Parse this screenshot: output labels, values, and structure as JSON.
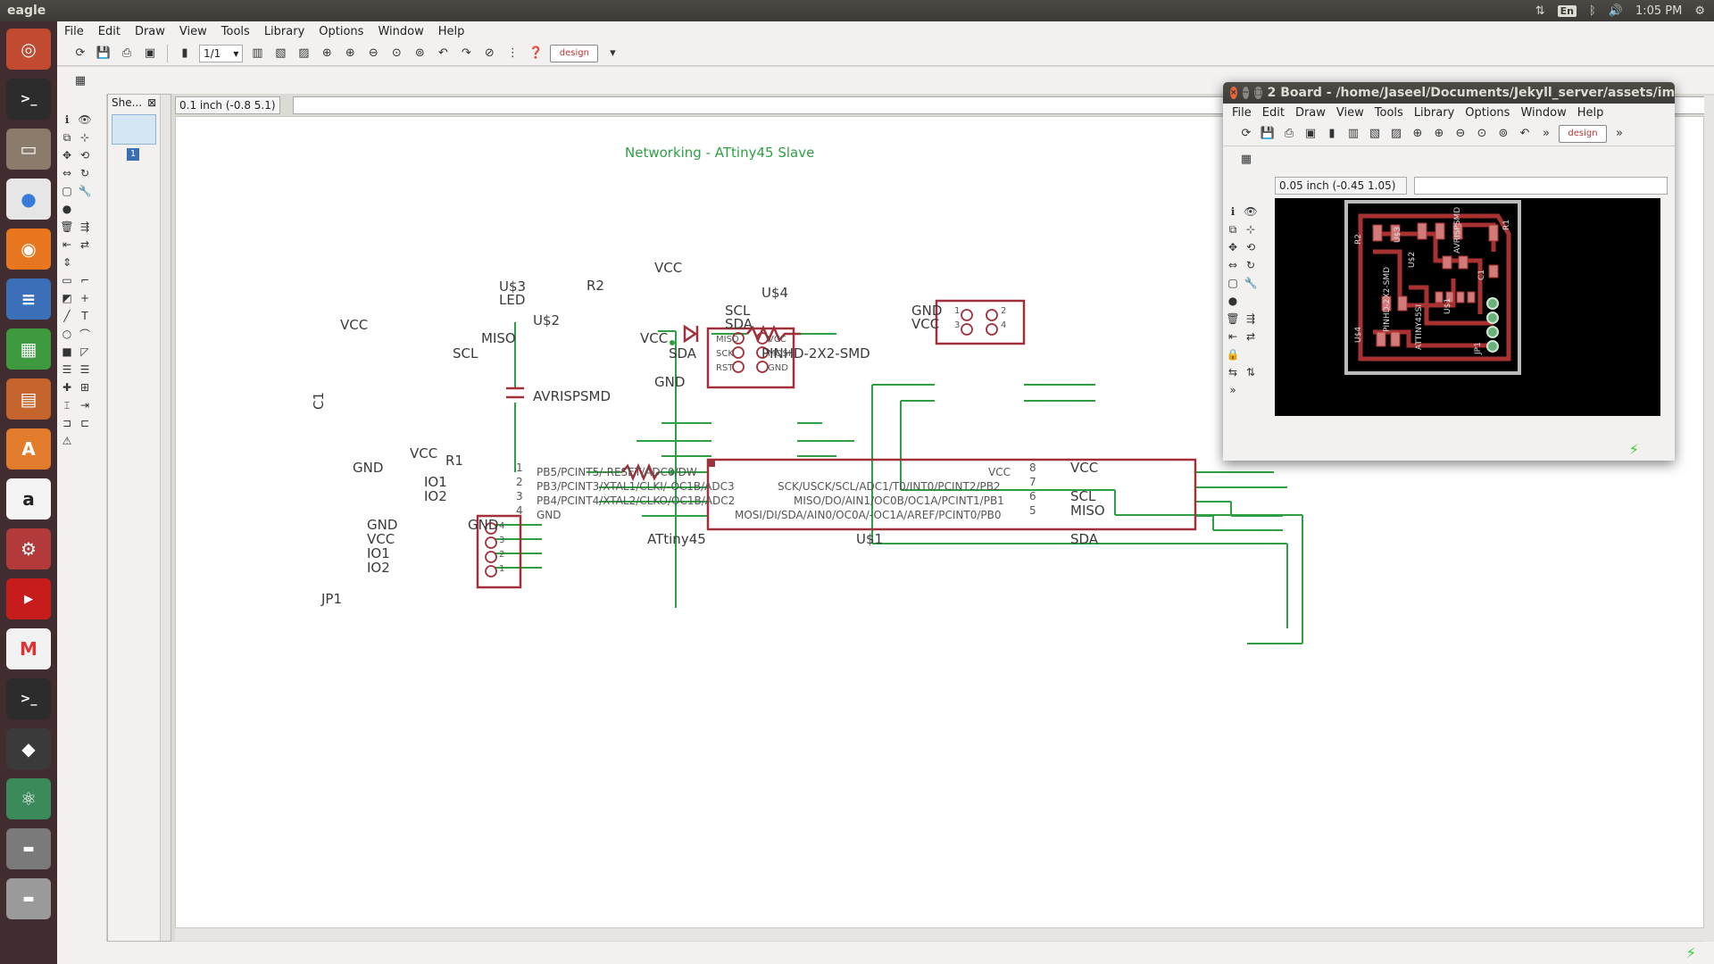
{
  "topbar": {
    "app_title": "eagle",
    "keyboard": "En",
    "clock": "1:05 PM",
    "icons": [
      "network-icon",
      "keyboard-icon",
      "bluetooth-icon",
      "volume-icon",
      "settings-icon"
    ]
  },
  "launcher": {
    "items": [
      "ubuntu-dash",
      "terminal",
      "files",
      "chrome",
      "firefox",
      "writer",
      "calc",
      "impress",
      "software-center",
      "amazon",
      "system-settings",
      "youtube",
      "gmail",
      "terminal-2",
      "inkscape",
      "atom",
      "drive-1",
      "drive-2"
    ]
  },
  "menu": {
    "file": "File",
    "edit": "Edit",
    "draw": "Draw",
    "view": "View",
    "tools": "Tools",
    "library": "Library",
    "options": "Options",
    "window": "Window",
    "help": "Help"
  },
  "toolbar": {
    "sheet_select": "1/1"
  },
  "sheets": {
    "header": "She...",
    "page_number": "1"
  },
  "coords": {
    "main": "0.1 inch (-0.8 5.1)",
    "board": "0.05 inch (-0.45 1.05)"
  },
  "board_window": {
    "title": "2 Board - /home/Jaseel/Documents/Jekyll_server/assets/im",
    "menu": {
      "file": "File",
      "edit": "Edit",
      "draw": "Draw",
      "view": "View",
      "tools": "Tools",
      "library": "Library",
      "options": "Options",
      "window": "Window",
      "help": "Help"
    },
    "pcb_labels": {
      "avrisp": "AVRISPSMD",
      "pinhd": "PINHD-2X2-SMD",
      "attiny": "ATTINY45SI",
      "jp1": "JP1",
      "u4": "U$4",
      "u2": "U$2",
      "u3": "U$3",
      "u1": "U$1",
      "r2": "R2",
      "r1": "R1",
      "c1": "C1"
    }
  },
  "schematic": {
    "title": "Networking - ATtiny45 Slave",
    "net": {
      "vcc": "VCC",
      "gnd": "GND",
      "scl": "SCL",
      "sda": "SDA",
      "miso": "MISO",
      "io1": "IO1",
      "io2": "IO2"
    },
    "parts": {
      "u3": "U$3",
      "led": "LED",
      "r2": "R2",
      "u2": "U$2",
      "avrisp": "AVRISPSMD",
      "u4": "U$4",
      "pinhd": "PINHD-2X2-SMD",
      "c1": "C1",
      "r1": "R1",
      "jp1": "JP1",
      "attiny": "ATtiny45",
      "u1": "U$1"
    },
    "avrisp_pins": {
      "miso": "MISO",
      "sck": "SCK",
      "rst": "RST",
      "vcc": "VCC",
      "mosi": "MOSI",
      "gnd": "GND"
    },
    "pinhd_pins": {
      "p1": "1",
      "p2": "2",
      "p3": "3",
      "p4": "4"
    },
    "jp1_pins": {
      "p4": "4",
      "p3": "3",
      "p2": "2",
      "p1": "1"
    },
    "attiny_pins_left": [
      {
        "num": "1",
        "name": "PB5/PCINT5/-RESET/ADC0/DW"
      },
      {
        "num": "2",
        "name": "PB3/PCINT3/XTAL1/CLKI/-OC1B/ADC3"
      },
      {
        "num": "3",
        "name": "PB4/PCINT4/XTAL2/CLKO/OC1B/ADC2"
      },
      {
        "num": "4",
        "name": "GND"
      }
    ],
    "attiny_pins_right": [
      {
        "num": "8",
        "name": "VCC"
      },
      {
        "num": "7",
        "name": "SCK/USCK/SCL/ADC1/T0/INT0/PCINT2/PB2"
      },
      {
        "num": "6",
        "name": "MISO/DO/AIN1/OC0B/OC1A/PCINT1/PB1"
      },
      {
        "num": "5",
        "name": "MOSI/DI/SDA/AIN0/OC0A/-OC1A/AREF/PCINT0/PB0"
      }
    ]
  },
  "colors": {
    "wire": "#2ea043",
    "part": "#a0303a",
    "pcb_bg": "#000000",
    "pcb_copper": "#b03a3a",
    "launcher_bg": "#412d30",
    "title_bar": "#3c3b37"
  }
}
